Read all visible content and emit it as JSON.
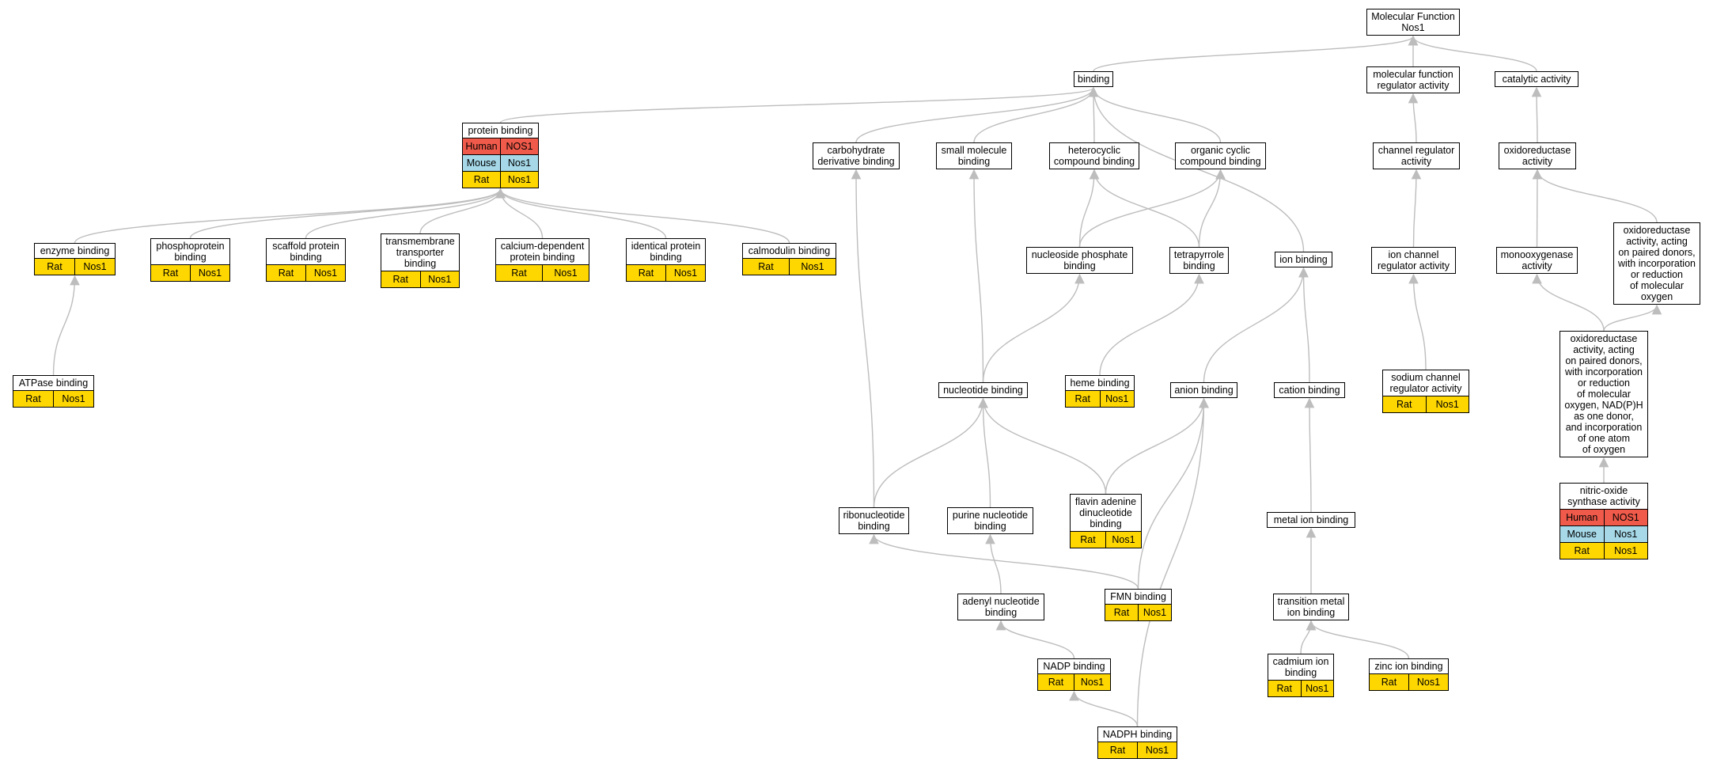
{
  "colors": {
    "Human": "#f05a4a",
    "Mouse": "#a6d8e8",
    "Rat": "#ffd700",
    "edge": "#bdbdbd"
  },
  "nodes": [
    {
      "id": "mf",
      "lines": [
        "Molecular Function",
        "Nos1"
      ],
      "genes": []
    },
    {
      "id": "bind",
      "lines": [
        "binding"
      ],
      "genes": []
    },
    {
      "id": "mfreg",
      "lines": [
        "molecular function",
        "regulator activity"
      ],
      "genes": []
    },
    {
      "id": "cat",
      "lines": [
        "catalytic activity"
      ],
      "genes": []
    },
    {
      "id": "prot",
      "lines": [
        "protein binding"
      ],
      "genes": [
        [
          "Human",
          "NOS1"
        ],
        [
          "Mouse",
          "Nos1"
        ],
        [
          "Rat",
          "Nos1"
        ]
      ]
    },
    {
      "id": "carb",
      "lines": [
        "carbohydrate",
        "derivative binding"
      ],
      "genes": []
    },
    {
      "id": "small",
      "lines": [
        "small molecule",
        "binding"
      ],
      "genes": []
    },
    {
      "id": "hetero",
      "lines": [
        "heterocyclic",
        "compound binding"
      ],
      "genes": []
    },
    {
      "id": "orgcyc",
      "lines": [
        "organic cyclic",
        "compound binding"
      ],
      "genes": []
    },
    {
      "id": "chreg",
      "lines": [
        "channel regulator",
        "activity"
      ],
      "genes": []
    },
    {
      "id": "oxred",
      "lines": [
        "oxidoreductase",
        "activity"
      ],
      "genes": []
    },
    {
      "id": "enzyme",
      "lines": [
        "enzyme binding"
      ],
      "genes": [
        [
          "Rat",
          "Nos1"
        ]
      ]
    },
    {
      "id": "phospho",
      "lines": [
        "phosphoprotein",
        "binding"
      ],
      "genes": [
        [
          "Rat",
          "Nos1"
        ]
      ]
    },
    {
      "id": "scaff",
      "lines": [
        "scaffold protein",
        "binding"
      ],
      "genes": [
        [
          "Rat",
          "Nos1"
        ]
      ]
    },
    {
      "id": "trans",
      "lines": [
        "transmembrane",
        "transporter",
        "binding"
      ],
      "genes": [
        [
          "Rat",
          "Nos1"
        ]
      ]
    },
    {
      "id": "calcdep",
      "lines": [
        "calcium-dependent",
        "protein binding"
      ],
      "genes": [
        [
          "Rat",
          "Nos1"
        ]
      ]
    },
    {
      "id": "ident",
      "lines": [
        "identical protein",
        "binding"
      ],
      "genes": [
        [
          "Rat",
          "Nos1"
        ]
      ]
    },
    {
      "id": "calmod",
      "lines": [
        "calmodulin binding"
      ],
      "genes": [
        [
          "Rat",
          "Nos1"
        ]
      ]
    },
    {
      "id": "nucphos",
      "lines": [
        "nucleoside phosphate",
        "binding"
      ],
      "genes": []
    },
    {
      "id": "tetra",
      "lines": [
        "tetrapyrrole",
        "binding"
      ],
      "genes": []
    },
    {
      "id": "ion",
      "lines": [
        "ion binding"
      ],
      "genes": []
    },
    {
      "id": "ionch",
      "lines": [
        "ion channel",
        "regulator activity"
      ],
      "genes": []
    },
    {
      "id": "monoox",
      "lines": [
        "monooxygenase",
        "activity"
      ],
      "genes": []
    },
    {
      "id": "oxpair",
      "lines": [
        "oxidoreductase",
        "activity, acting",
        "on paired donors,",
        "with incorporation",
        "or reduction",
        "of molecular",
        "oxygen"
      ],
      "genes": []
    },
    {
      "id": "atpase",
      "lines": [
        "ATPase binding"
      ],
      "genes": [
        [
          "Rat",
          "Nos1"
        ]
      ]
    },
    {
      "id": "nucleo",
      "lines": [
        "nucleotide binding"
      ],
      "genes": []
    },
    {
      "id": "heme",
      "lines": [
        "heme binding"
      ],
      "genes": [
        [
          "Rat",
          "Nos1"
        ]
      ]
    },
    {
      "id": "anion",
      "lines": [
        "anion binding"
      ],
      "genes": []
    },
    {
      "id": "cation",
      "lines": [
        "cation binding"
      ],
      "genes": []
    },
    {
      "id": "sodch",
      "lines": [
        "sodium channel",
        "regulator activity"
      ],
      "genes": [
        [
          "Rat",
          "Nos1"
        ]
      ]
    },
    {
      "id": "oxnadph",
      "lines": [
        "oxidoreductase",
        "activity, acting",
        "on paired donors,",
        "with incorporation",
        "or reduction",
        "of molecular",
        "oxygen, NAD(P)H",
        "as one donor,",
        "and incorporation",
        "of one atom",
        "of oxygen"
      ],
      "genes": []
    },
    {
      "id": "ribo",
      "lines": [
        "ribonucleotide",
        "binding"
      ],
      "genes": []
    },
    {
      "id": "purine",
      "lines": [
        "purine nucleotide",
        "binding"
      ],
      "genes": []
    },
    {
      "id": "fad",
      "lines": [
        "flavin adenine",
        "dinucleotide",
        "binding"
      ],
      "genes": [
        [
          "Rat",
          "Nos1"
        ]
      ]
    },
    {
      "id": "metal",
      "lines": [
        "metal ion binding"
      ],
      "genes": []
    },
    {
      "id": "nos",
      "lines": [
        "nitric-oxide",
        "synthase activity"
      ],
      "genes": [
        [
          "Human",
          "NOS1"
        ],
        [
          "Mouse",
          "Nos1"
        ],
        [
          "Rat",
          "Nos1"
        ]
      ]
    },
    {
      "id": "adenyl",
      "lines": [
        "adenyl nucleotide",
        "binding"
      ],
      "genes": []
    },
    {
      "id": "fmn",
      "lines": [
        "FMN binding"
      ],
      "genes": [
        [
          "Rat",
          "Nos1"
        ]
      ]
    },
    {
      "id": "transm",
      "lines": [
        "transition metal",
        "ion binding"
      ],
      "genes": []
    },
    {
      "id": "nadp",
      "lines": [
        "NADP binding"
      ],
      "genes": [
        [
          "Rat",
          "Nos1"
        ]
      ]
    },
    {
      "id": "cadm",
      "lines": [
        "cadmium ion",
        "binding"
      ],
      "genes": [
        [
          "Rat",
          "Nos1"
        ]
      ]
    },
    {
      "id": "zinc",
      "lines": [
        "zinc ion binding"
      ],
      "genes": [
        [
          "Rat",
          "Nos1"
        ]
      ]
    },
    {
      "id": "nadph",
      "lines": [
        "NADPH binding"
      ],
      "genes": [
        [
          "Rat",
          "Nos1"
        ]
      ]
    }
  ],
  "edges": [
    [
      "bind",
      "mf"
    ],
    [
      "mfreg",
      "mf"
    ],
    [
      "cat",
      "mf"
    ],
    [
      "prot",
      "bind"
    ],
    [
      "carb",
      "bind"
    ],
    [
      "small",
      "bind"
    ],
    [
      "hetero",
      "bind"
    ],
    [
      "orgcyc",
      "bind"
    ],
    [
      "ion",
      "bind"
    ],
    [
      "chreg",
      "mfreg"
    ],
    [
      "oxred",
      "cat"
    ],
    [
      "enzyme",
      "prot"
    ],
    [
      "phospho",
      "prot"
    ],
    [
      "scaff",
      "prot"
    ],
    [
      "trans",
      "prot"
    ],
    [
      "calcdep",
      "prot"
    ],
    [
      "ident",
      "prot"
    ],
    [
      "calmod",
      "prot"
    ],
    [
      "nucphos",
      "hetero"
    ],
    [
      "nucphos",
      "orgcyc"
    ],
    [
      "tetra",
      "hetero"
    ],
    [
      "tetra",
      "orgcyc"
    ],
    [
      "ionch",
      "chreg"
    ],
    [
      "monoox",
      "oxred"
    ],
    [
      "oxpair",
      "oxred"
    ],
    [
      "atpase",
      "enzyme"
    ],
    [
      "nucleo",
      "small"
    ],
    [
      "nucleo",
      "nucphos"
    ],
    [
      "heme",
      "tetra"
    ],
    [
      "anion",
      "ion"
    ],
    [
      "cation",
      "ion"
    ],
    [
      "sodch",
      "ionch"
    ],
    [
      "oxnadph",
      "monoox"
    ],
    [
      "oxnadph",
      "oxpair"
    ],
    [
      "ribo",
      "carb"
    ],
    [
      "ribo",
      "nucleo"
    ],
    [
      "purine",
      "nucleo"
    ],
    [
      "fad",
      "nucleo"
    ],
    [
      "fad",
      "anion"
    ],
    [
      "metal",
      "cation"
    ],
    [
      "nos",
      "oxnadph"
    ],
    [
      "adenyl",
      "purine"
    ],
    [
      "fmn",
      "ribo"
    ],
    [
      "fmn",
      "anion"
    ],
    [
      "transm",
      "metal"
    ],
    [
      "nadp",
      "adenyl"
    ],
    [
      "nadph",
      "nadp"
    ],
    [
      "nadph",
      "anion"
    ],
    [
      "cadm",
      "transm"
    ],
    [
      "zinc",
      "transm"
    ]
  ]
}
